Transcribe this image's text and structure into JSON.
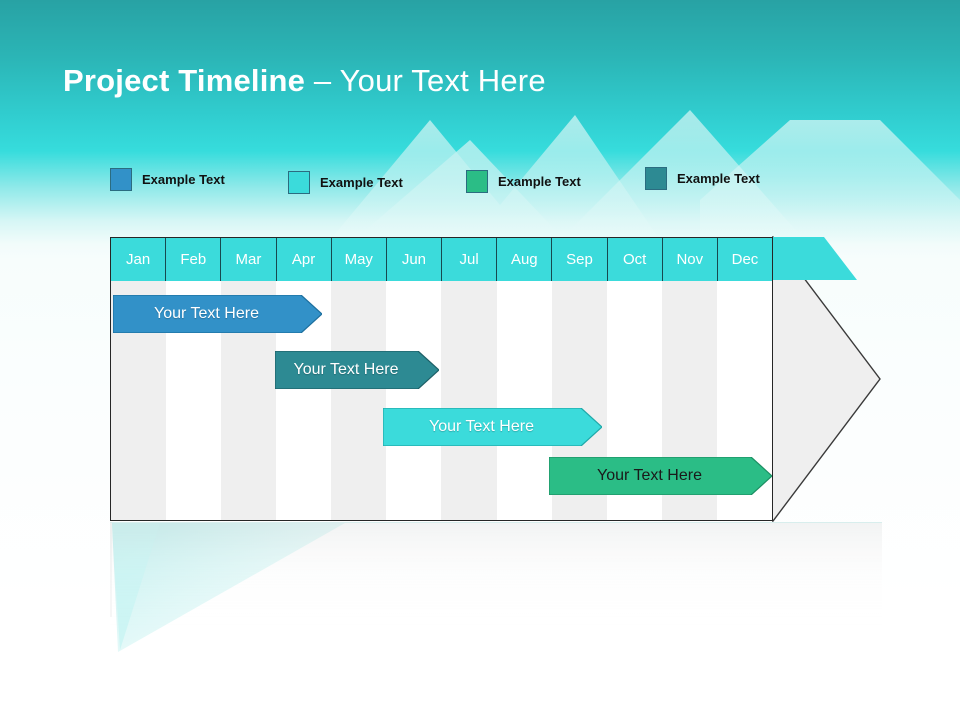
{
  "slide": {
    "title_strong": "Project Timeline",
    "title_light": " – Your Text Here",
    "background_top_color": "#28a2a4",
    "background_mid_color": "#36dcdc",
    "background_bottom_color": "#f7fdfc"
  },
  "legend": {
    "items": [
      {
        "label": "Example Text",
        "color": "#3291c8"
      },
      {
        "label": "Example Text",
        "color": "#3bdbdb"
      },
      {
        "label": "Example Text",
        "color": "#2bbd86"
      },
      {
        "label": "Example Text",
        "color": "#2d8a93"
      }
    ]
  },
  "chart_data": {
    "type": "bar",
    "title": "Project Timeline – Your Text Here",
    "xlabel": "",
    "ylabel": "",
    "categories": [
      "Jan",
      "Feb",
      "Mar",
      "Apr",
      "May",
      "Jun",
      "Jul",
      "Aug",
      "Sep",
      "Oct",
      "Nov",
      "Dec"
    ],
    "header_color": "#3bdbdb",
    "header_text_color": "#ffffff",
    "stripe_color": "#efefef",
    "grid": true,
    "legend_position": "top",
    "tasks": [
      {
        "label": "Your  Text Here",
        "start_month": "Jan",
        "end_month": "Apr",
        "start_index": 0,
        "end_index": 4,
        "color": "#3291c8",
        "text_color": "#ffffff"
      },
      {
        "label": "Your  Text Here",
        "start_month": "Apr",
        "end_month": "Jun",
        "start_index": 3,
        "end_index": 6,
        "color": "#2d8a93",
        "text_color": "#ffffff"
      },
      {
        "label": "Your  Text Here",
        "start_month": "Jun",
        "end_month": "Sep",
        "start_index": 5,
        "end_index": 9,
        "color": "#3bdbdb",
        "text_color": "#ffffff"
      },
      {
        "label": "Your  Text Here",
        "start_month": "Sep",
        "end_month": "Dec",
        "start_index": 8,
        "end_index": 12,
        "color": "#2bbd86",
        "text_color": "#1a1a1a"
      }
    ]
  }
}
